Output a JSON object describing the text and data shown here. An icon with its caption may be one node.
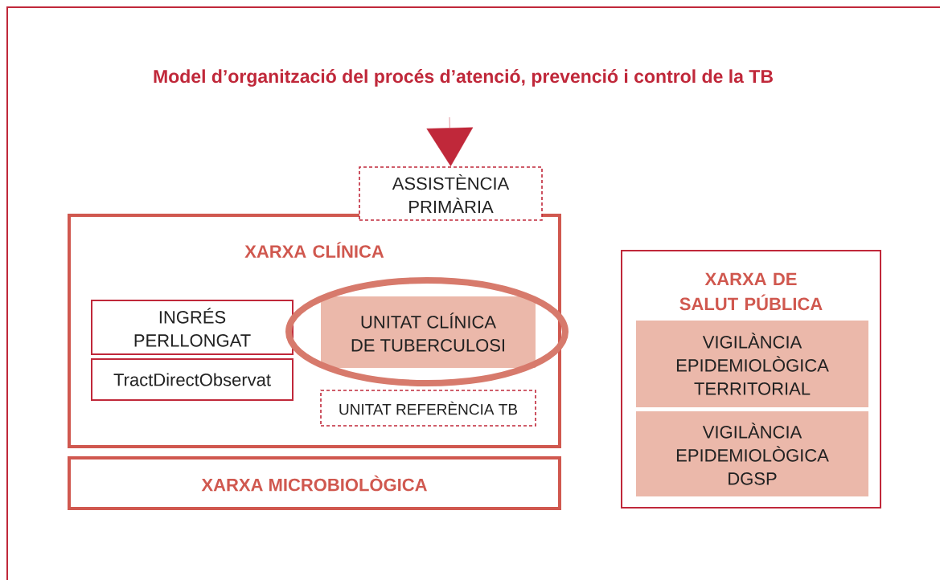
{
  "diagram": {
    "title": "Model d’organització del procés d’atenció, prevenció i control de la TB",
    "nodes": [
      {
        "text": [
          "XARXA CLÍNICA"
        ]
      },
      {
        "text": [
          "ASSISTÈNCIA PRIMÀRIA"
        ]
      },
      {
        "text": [
          "INGRÉS PERLLONGAT"
        ],
        "in": 0
      },
      {
        "text": [
          "TractDirectObservat"
        ],
        "in": 0
      },
      {
        "text": [
          "UNITAT CLÍNICA DE TUBERCULOSI"
        ],
        "in": 0
      },
      {
        "text": [
          "UNITAT REFERÈNCIA TB"
        ],
        "in": 0
      },
      {
        "text": [
          "XARXA MICROBIOLÒGICA"
        ]
      },
      {
        "text": [
          "XARXA DE SALUT PÚBLICA"
        ]
      },
      {
        "text": [
          "VIGILÀNCIA EPIDEMIOLÒGICA TERRITORIAL"
        ],
        "in": 7
      },
      {
        "text": [
          "VIGILÀNCIA EPIDEMIOLÒGICA DGSP"
        ],
        "in": 7
      }
    ],
    "edges": [
      {
        "from": null,
        "to": 1,
        "arrow": "to"
      }
    ]
  }
}
